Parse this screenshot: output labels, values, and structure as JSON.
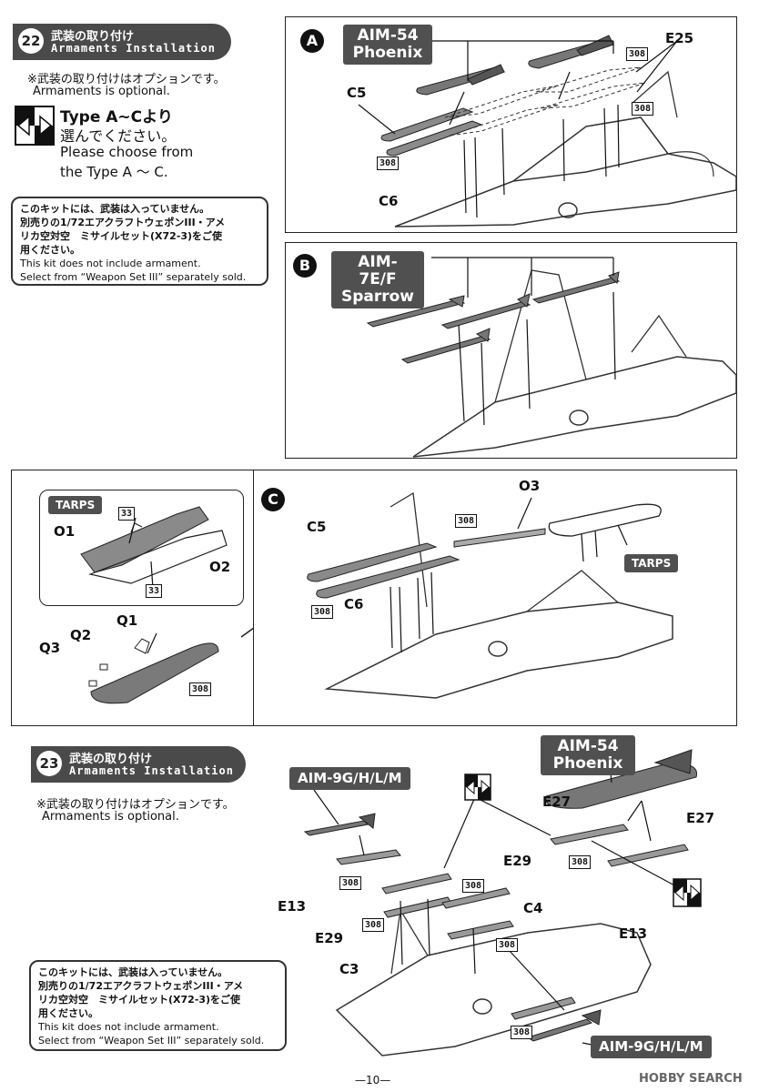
{
  "step22": {
    "number": "22",
    "title_jp": "武装の取り付け",
    "title_en": "Armaments Installation",
    "optional_jp": "※武装の取り付けはオプションです。",
    "optional_en": "Armaments is optional.",
    "type_title_jp": "Type A~Cより",
    "type_line2_jp": "選んでください。",
    "type_en_1": "Please choose from",
    "type_en_2": "the Type A ～ C."
  },
  "note1": {
    "jp_1": "このキットには、武装は入っていません。",
    "jp_2": "別売りの1/72エアクラフトウェポンIII・アメ",
    "jp_3": "リカ空対空　ミサイルセット(X72-3)をご使",
    "jp_4": "用ください。",
    "en_1": "This kit does not include armament.",
    "en_2": "Select from “Weapon Set III” separately sold."
  },
  "panelA": {
    "letter": "A",
    "missile": "AIM-54",
    "missile_2": "Phoenix",
    "parts": [
      "C5",
      "C6",
      "E25"
    ],
    "ref": "308"
  },
  "panelB": {
    "letter": "B",
    "missile": "AIM-7E/F",
    "missile_2": "Sparrow"
  },
  "panelC": {
    "letter": "C",
    "parts": [
      "C5",
      "C6",
      "O3"
    ],
    "ref": "308",
    "tarps": "TARPS"
  },
  "inset": {
    "tarps": "TARPS",
    "parts": [
      "O1",
      "O2",
      "Q1",
      "Q2",
      "Q3"
    ],
    "ref33": "33",
    "ref308": "308"
  },
  "step23": {
    "number": "23",
    "title_jp": "武装の取り付け",
    "title_en": "Armaments Installation",
    "optional_jp": "※武装の取り付けはオプションです。",
    "optional_en": "Armaments is optional.",
    "aim54": "AIM-54",
    "aim54_2": "Phoenix",
    "aim9_top": "AIM-9G/H/L/M",
    "aim9_bottom": "AIM-9G/H/L/M",
    "parts": {
      "e27a": "E27",
      "e27b": "E27",
      "e13a": "E13",
      "e13b": "E13",
      "e29a": "E29",
      "e29b": "E29",
      "c4": "C4",
      "c3": "C3"
    },
    "ref": "308"
  },
  "note2": {
    "jp_1": "このキットには、武装は入っていません。",
    "jp_2": "別売りの1/72エアクラフトウェポンIII・アメ",
    "jp_3": "リカ空対空　ミサイルセット(X72-3)をご使",
    "jp_4": "用ください。",
    "en_1": "This kit does not include armament.",
    "en_2": "Select from “Weapon Set III” separately sold."
  },
  "footer": {
    "page": "—10—",
    "watermark": "HOBBY SEARCH"
  }
}
